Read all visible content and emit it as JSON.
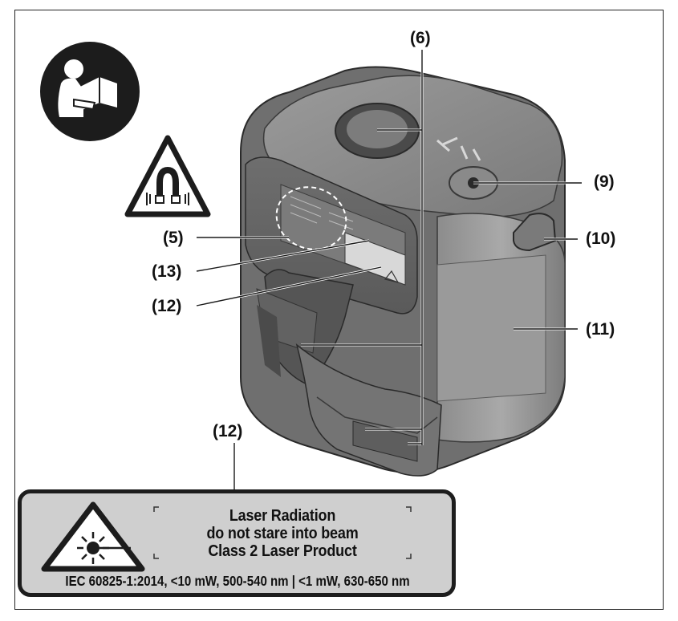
{
  "callouts": {
    "c6": "(6)",
    "c9": "(9)",
    "c10": "(10)",
    "c5": "(5)",
    "c13": "(13)",
    "c12": "(12)",
    "c11": "(11)",
    "c12_bottom": "(12)"
  },
  "laser_label": {
    "line1": "Laser Radiation",
    "line2": "do not stare into beam",
    "line3": "Class 2 Laser Product",
    "footer": "IEC 60825-1:2014, <10 mW,  500-540 nm | <1 mW, 630-650 nm"
  },
  "icons": [
    "read-manual-icon",
    "magnet-warning-icon",
    "laser-warning-icon"
  ],
  "colors": {
    "device_body": "#8a8a8a",
    "device_dark": "#5f5f5f",
    "label_background": "#cfcfcf",
    "outline": "#1d1d1d"
  }
}
